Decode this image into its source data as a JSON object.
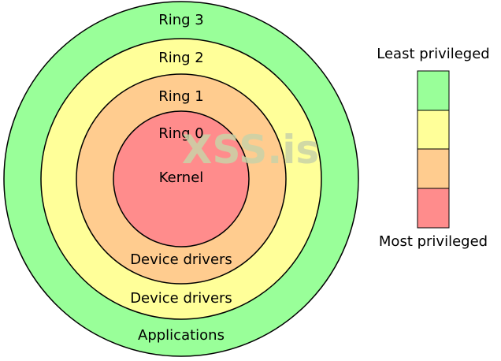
{
  "colors": {
    "ring3": "#99ff99",
    "ring2": "#ffff99",
    "ring1": "#ffcc8f",
    "ring0": "#ff8c8c",
    "stroke": "#000000",
    "watermark": "#c9d3a8"
  },
  "rings": [
    {
      "name": "Ring 3",
      "role": "Applications"
    },
    {
      "name": "Ring 2",
      "role": "Device drivers"
    },
    {
      "name": "Ring 1",
      "role": "Device drivers"
    },
    {
      "name": "Ring 0",
      "role": "Kernel"
    }
  ],
  "legend": {
    "top_label": "Least privileged",
    "bottom_label": "Most privileged"
  },
  "watermark": "XSS.is"
}
